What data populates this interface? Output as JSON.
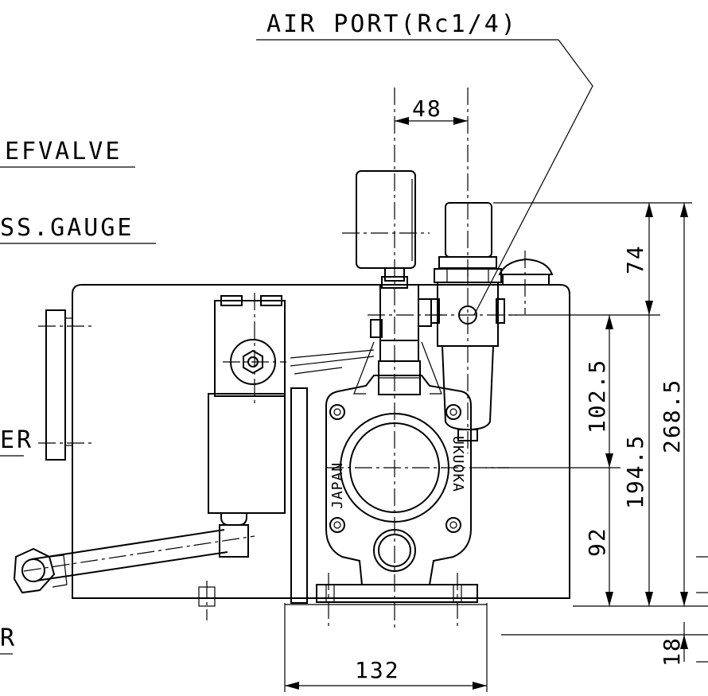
{
  "labels": {
    "air_port": "AIR PORT(Rc1/4)",
    "relief_valve": "EFVALVE",
    "pressure_gauge": "SS.GAUGE",
    "left_mid": "ER",
    "left_bottom": "R"
  },
  "body_text": {
    "japan": "JAPAN",
    "fukuoka": "UKUOKA"
  },
  "dimensions": {
    "d48": "48",
    "d74": "74",
    "d102_5": "102.5",
    "d268_5": "268.5",
    "d194_5": "194.5",
    "d92": "92",
    "d132": "132",
    "d18": "18"
  }
}
